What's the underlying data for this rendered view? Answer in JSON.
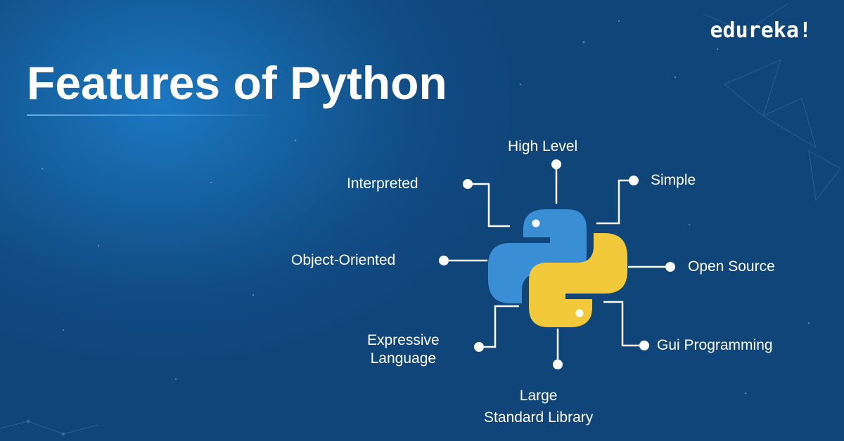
{
  "brand": {
    "name": "edureka!"
  },
  "title": "Features of Python",
  "colors": {
    "background": "#125a98",
    "python_blue": "#3a8fd4",
    "python_yellow": "#f2c93a",
    "connector": "#ffffff"
  },
  "features": [
    {
      "label": "High Level"
    },
    {
      "label": "Simple"
    },
    {
      "label": "Open Source"
    },
    {
      "label": "Gui Programming"
    },
    {
      "label": "Large\nStandard Library"
    },
    {
      "label": "Expressive\nLanguage"
    },
    {
      "label": "Object-Oriented"
    },
    {
      "label": "Interpreted"
    }
  ],
  "center_icon": "python-logo-icon"
}
